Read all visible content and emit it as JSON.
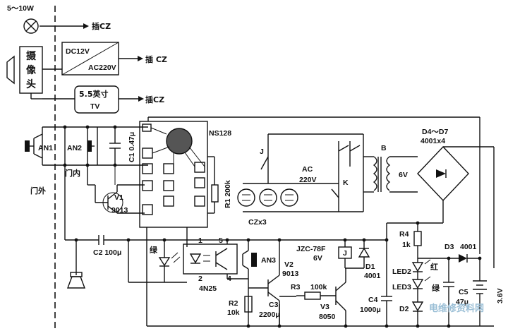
{
  "top": {
    "lamp_rating": "5～10W",
    "plug_lamp": "插CZ",
    "adapter_in": "DC12V",
    "adapter_out": "AC220V",
    "plug_adapter": "插 CZ",
    "camera": [
      "摄",
      "像",
      "头"
    ],
    "tv_size": "5.5英寸",
    "tv": "TV",
    "plug_tv": "插CZ"
  },
  "left": {
    "an1": "AN1",
    "an2": "AN2",
    "inside": "门内",
    "outside": "门外",
    "c1": "C1 0.47μ",
    "v1": "V1",
    "v1_type": "9013",
    "c2": "C2  100μ"
  },
  "ic": {
    "name": "NS128",
    "r1": "R1 200k"
  },
  "mains": {
    "j": "J",
    "k": "K",
    "ac": "AC",
    "ac_v": "220V",
    "sockets": "CZx3",
    "b": "B",
    "v6": "6V",
    "bridge": "D4～D7",
    "bridge_type": "4001x4"
  },
  "bottom": {
    "pin1": "1",
    "pin2": "2",
    "pin4": "4",
    "pin5": "5",
    "green1": "绿",
    "opto": "4N25",
    "an3": "AN3",
    "v2": "V2",
    "v2_type": "9013",
    "relay": "JZC-78F",
    "relay_v": "6V",
    "relay_j": "J",
    "d1": "D1",
    "d1_type": "4001",
    "r2": "R2",
    "r2_val": "10k",
    "c3": "C3",
    "c3_val": "2200μ",
    "r3": "R3",
    "r3_val": "100k",
    "v3": "V3",
    "v3_type": "8050",
    "c4": "C4",
    "c4_val": "1000μ",
    "r4": "R4",
    "r4_val": "1k",
    "d3": "D3",
    "d3_type": "4001",
    "led2": "LED2",
    "red": "红",
    "led3": "LED3",
    "green2": "绿",
    "c5": "C5",
    "c5_val": "47μ",
    "d2": "D2",
    "batt": "3.6V",
    "watermark": "电维修资料网"
  }
}
